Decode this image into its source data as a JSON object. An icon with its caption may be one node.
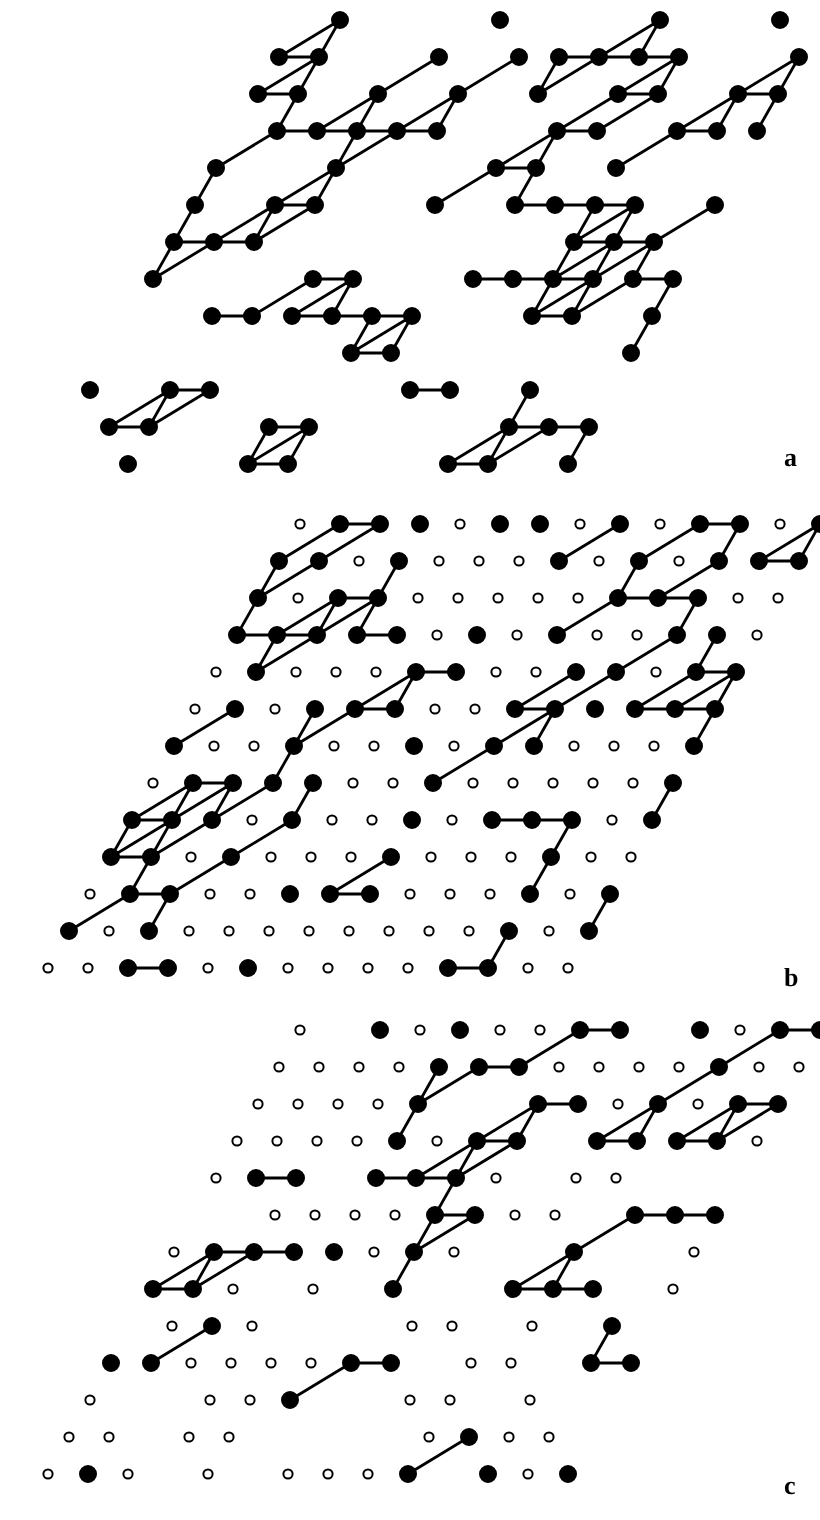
{
  "diagram": {
    "labels": [
      "a",
      "b",
      "c"
    ]
  }
}
